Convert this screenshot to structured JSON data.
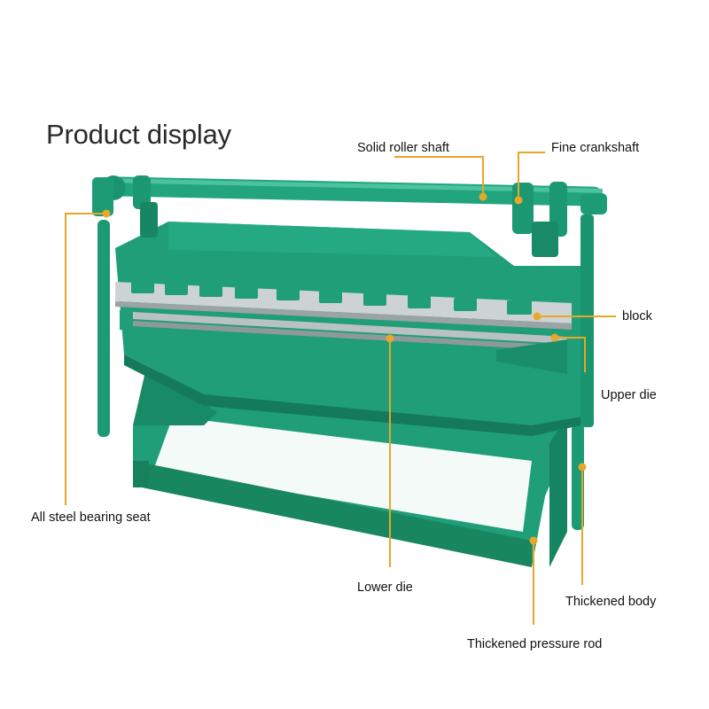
{
  "title": "Product display",
  "labels": {
    "solid_roller_shaft": "Solid roller shaft",
    "fine_crankshaft": "Fine crankshaft",
    "block": "block",
    "upper_die": "Upper die",
    "all_steel_bearing_seat": "All steel bearing seat",
    "lower_die": "Lower die",
    "thickened_body": "Thickened body",
    "thickened_pressure_rod": "Thickened pressure rod"
  },
  "colors": {
    "machine_green": "#1f9e78",
    "machine_dark": "#147a5c",
    "leader_line": "#e6a72a",
    "steel": "#c9cfd0"
  }
}
